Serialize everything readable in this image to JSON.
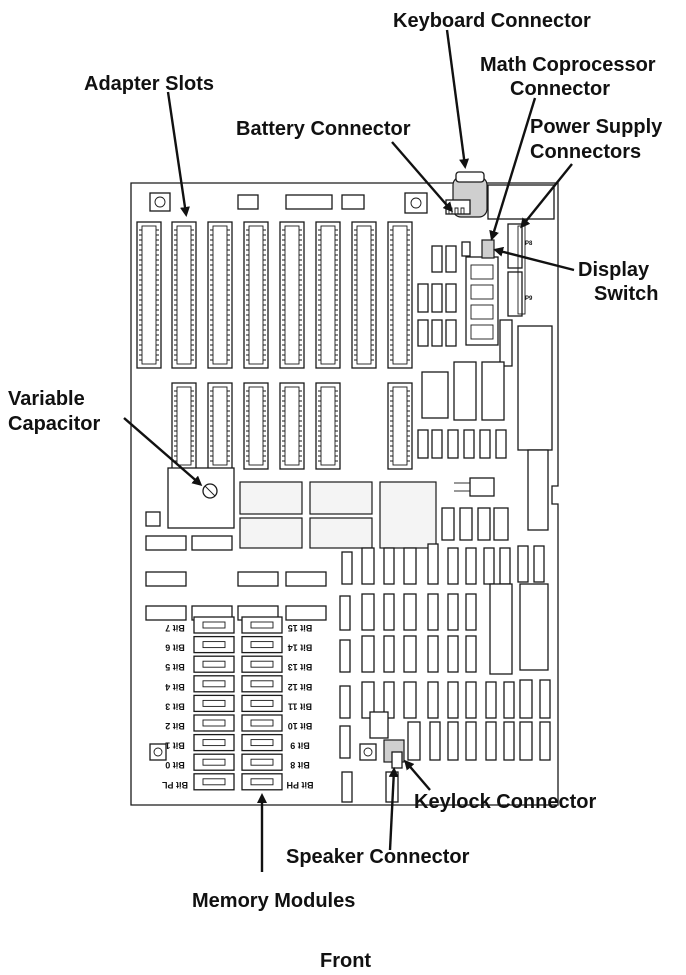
{
  "labels": {
    "keyboard_connector": "Keyboard Connector",
    "math_coprocessor_1": "Math Coprocessor",
    "math_coprocessor_2": "Connector",
    "adapter_slots": "Adapter Slots",
    "battery_connector": "Battery Connector",
    "power_supply_1": "Power Supply",
    "power_supply_2": "Connectors",
    "display_switch_1": "Display",
    "display_switch_2": "Switch",
    "variable_capacitor_1": "Variable",
    "variable_capacitor_2": "Capacitor",
    "keylock_connector": "Keylock Connector",
    "speaker_connector": "Speaker Connector",
    "memory_modules": "Memory Modules",
    "front": "Front"
  },
  "board": {
    "p8": "P8",
    "p9": "P9"
  },
  "memory": {
    "left_bits": [
      "Bit 7",
      "Bit 6",
      "Bit 5",
      "Bit 4",
      "Bit 3",
      "Bit 2",
      "Bit 1",
      "Bit 0",
      "Bit PL"
    ],
    "right_bits": [
      "Bit 15",
      "Bit 14",
      "Bit 13",
      "Bit 12",
      "Bit 11",
      "Bit 10",
      "Bit 9",
      "Bit 8",
      "Bit PH"
    ]
  },
  "colors": {
    "line": "#1a1a1a",
    "gray_chip": "#cfcfcf",
    "background": "#ffffff"
  }
}
